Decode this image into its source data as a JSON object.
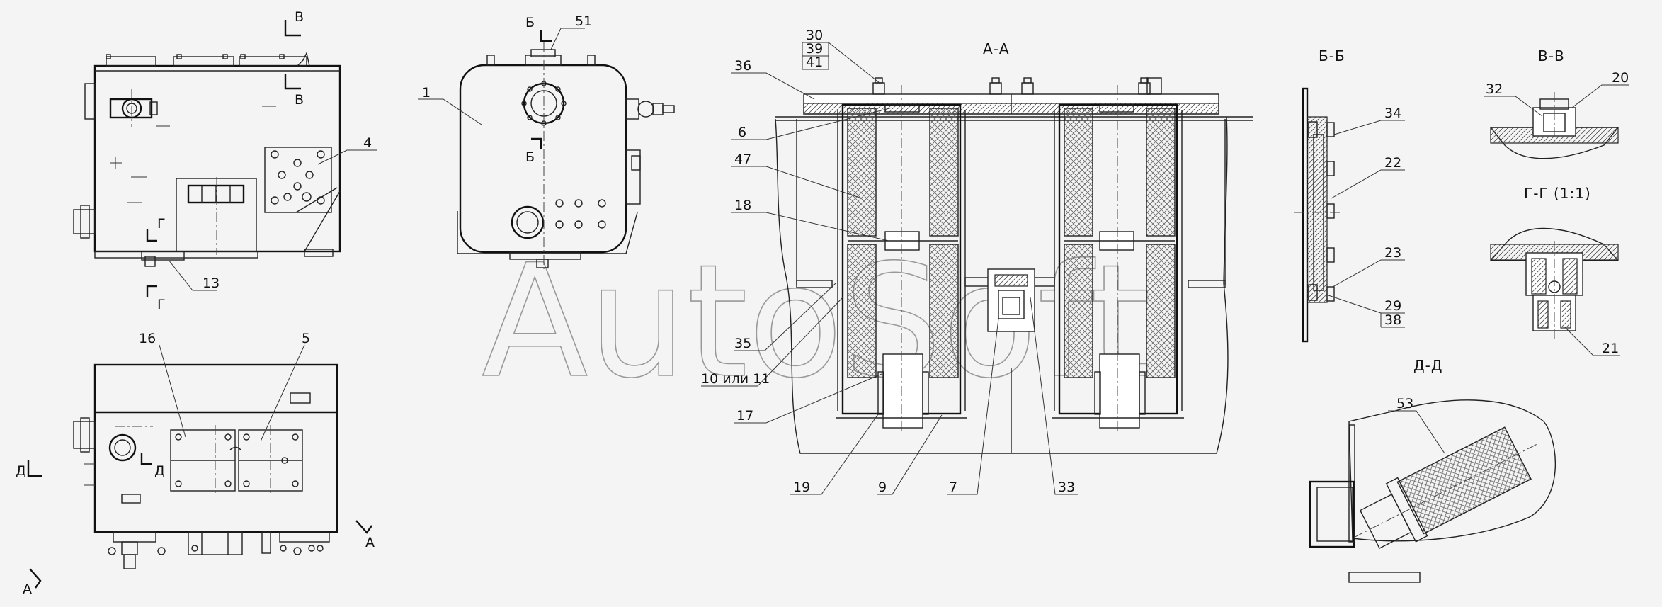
{
  "view_labels": {
    "section_aa": "А-А",
    "section_bb": "Б-Б",
    "section_vv": "В-В",
    "section_gg": "Г-Г (1:1)",
    "section_dd": "Д-Д"
  },
  "cut_marks": {
    "v": "В",
    "b": "Б",
    "g": "Г",
    "d": "Д",
    "a": "А"
  },
  "callouts": {
    "c1": "1",
    "c4": "4",
    "c5": "5",
    "c6": "6",
    "c7": "7",
    "c9": "9",
    "c10_11": "10 или 11",
    "c13": "13",
    "c16": "16",
    "c17": "17",
    "c18": "18",
    "c19": "19",
    "c20": "20",
    "c21": "21",
    "c22": "22",
    "c23": "23",
    "c29": "29",
    "c30": "30",
    "c32": "32",
    "c33": "33",
    "c34": "34",
    "c35": "35",
    "c36": "36",
    "c38": "38",
    "c39": "39",
    "c41": "41",
    "c47": "47",
    "c51": "51",
    "c53": "53"
  },
  "watermark": "AutoSoft"
}
